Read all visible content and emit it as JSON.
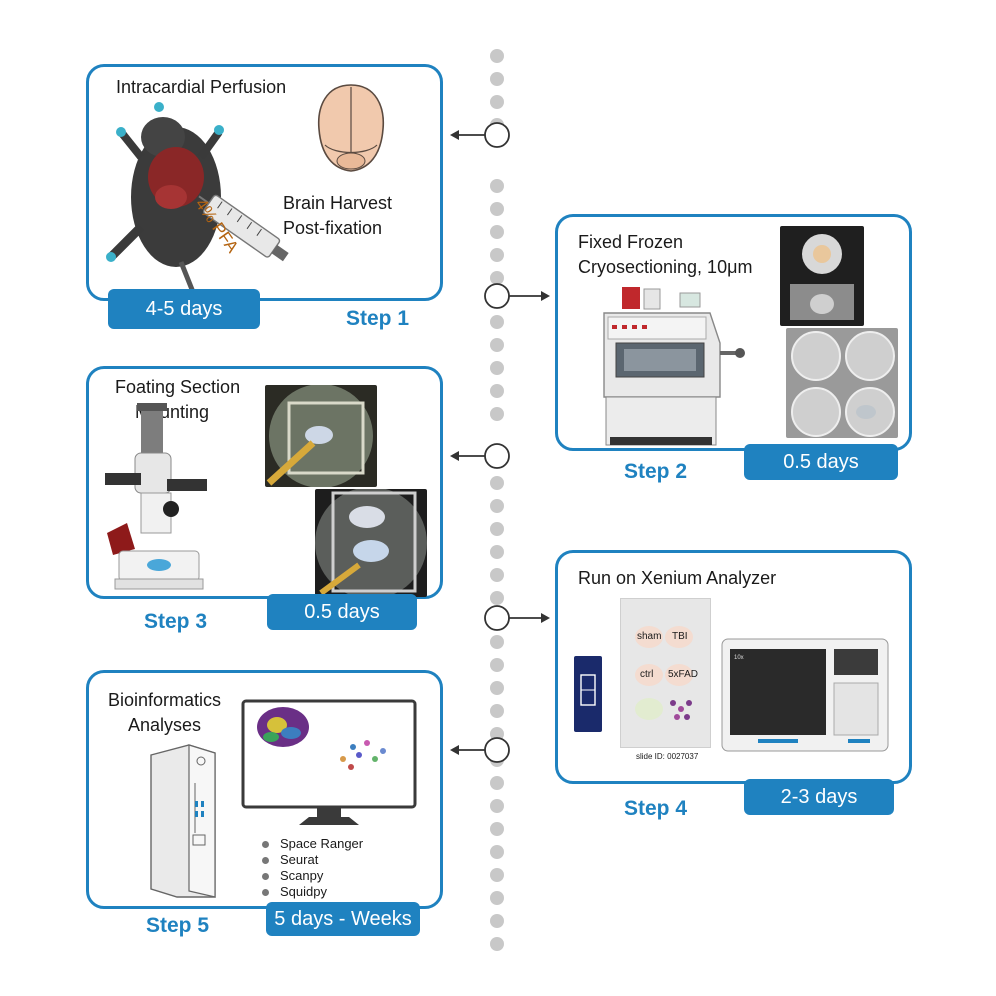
{
  "colors": {
    "accent": "#1f82c0",
    "dots": "#c8c8c8",
    "connector": "#333333"
  },
  "step1": {
    "title": "Intracardial Perfusion",
    "syringe_label": "4% PFA",
    "harvest_line1": "Brain Harvest",
    "harvest_line2": "Post-fixation",
    "duration": "4-5 days",
    "label": "Step 1"
  },
  "step2": {
    "title_line1": "Fixed Frozen",
    "title_line2": "Cryosectioning, 10μm",
    "duration": "0.5 days",
    "label": "Step 2"
  },
  "step3": {
    "title_line1": "Foating Section",
    "title_line2": "Mounting",
    "duration": "0.5 days",
    "label": "Step 3"
  },
  "step4": {
    "title": "Run on Xenium Analyzer",
    "slide_labels": [
      "sham",
      "TBI",
      "ctrl",
      "5xFAD"
    ],
    "slide_id": "slide ID: 0027037",
    "duration": "2-3 days",
    "label": "Step 4"
  },
  "step5": {
    "title_line1": "Bioinformatics",
    "title_line2": "Analyses",
    "tools": [
      "Space Ranger",
      "Seurat",
      "Scanpy",
      "Squidpy"
    ],
    "duration": "5 days - Weeks",
    "label": "Step 5"
  }
}
